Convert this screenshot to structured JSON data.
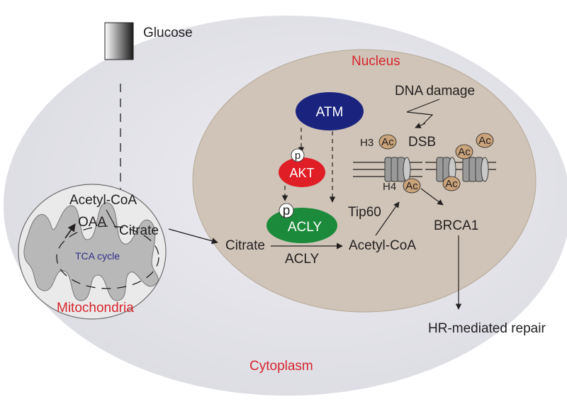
{
  "labels": {
    "glucose": "Glucose",
    "nucleus": "Nucleus",
    "cytoplasm": "Cytoplasm",
    "mitochondria": "Mitochondria",
    "tca_cycle": "TCA cycle",
    "acetyl_coa_mito": "Acetyl-CoA",
    "oaa": "OAA",
    "citrate_mito": "Citrate",
    "citrate_cyto": "Citrate",
    "acly_enzyme": "ACLY",
    "acetyl_coa_nuc": "Acetyl-CoA",
    "atm": "ATM",
    "akt": "AKT",
    "acly_node": "ACLY",
    "p_akt": "p",
    "p_acly": "p",
    "dna_damage": "DNA damage",
    "dsb": "DSB",
    "h3": "H3",
    "h4": "H4",
    "ac": "Ac",
    "tip60": "Tip60",
    "brca1": "BRCA1",
    "hr_repair": "HR-mediated repair"
  },
  "colors": {
    "cytoplasm_fill": "#e6e6eb",
    "nucleus_fill": "#cfc4b7",
    "mito_fill": "#eaeaea",
    "cristae_fill": "#b8b8b8",
    "atm_fill": "#1a237e",
    "akt_fill": "#e01e26",
    "acly_fill": "#1b8a3a",
    "ac_fill": "#c9a37a",
    "label_red": "#d7262e",
    "tca_text": "#2e2e8a"
  }
}
